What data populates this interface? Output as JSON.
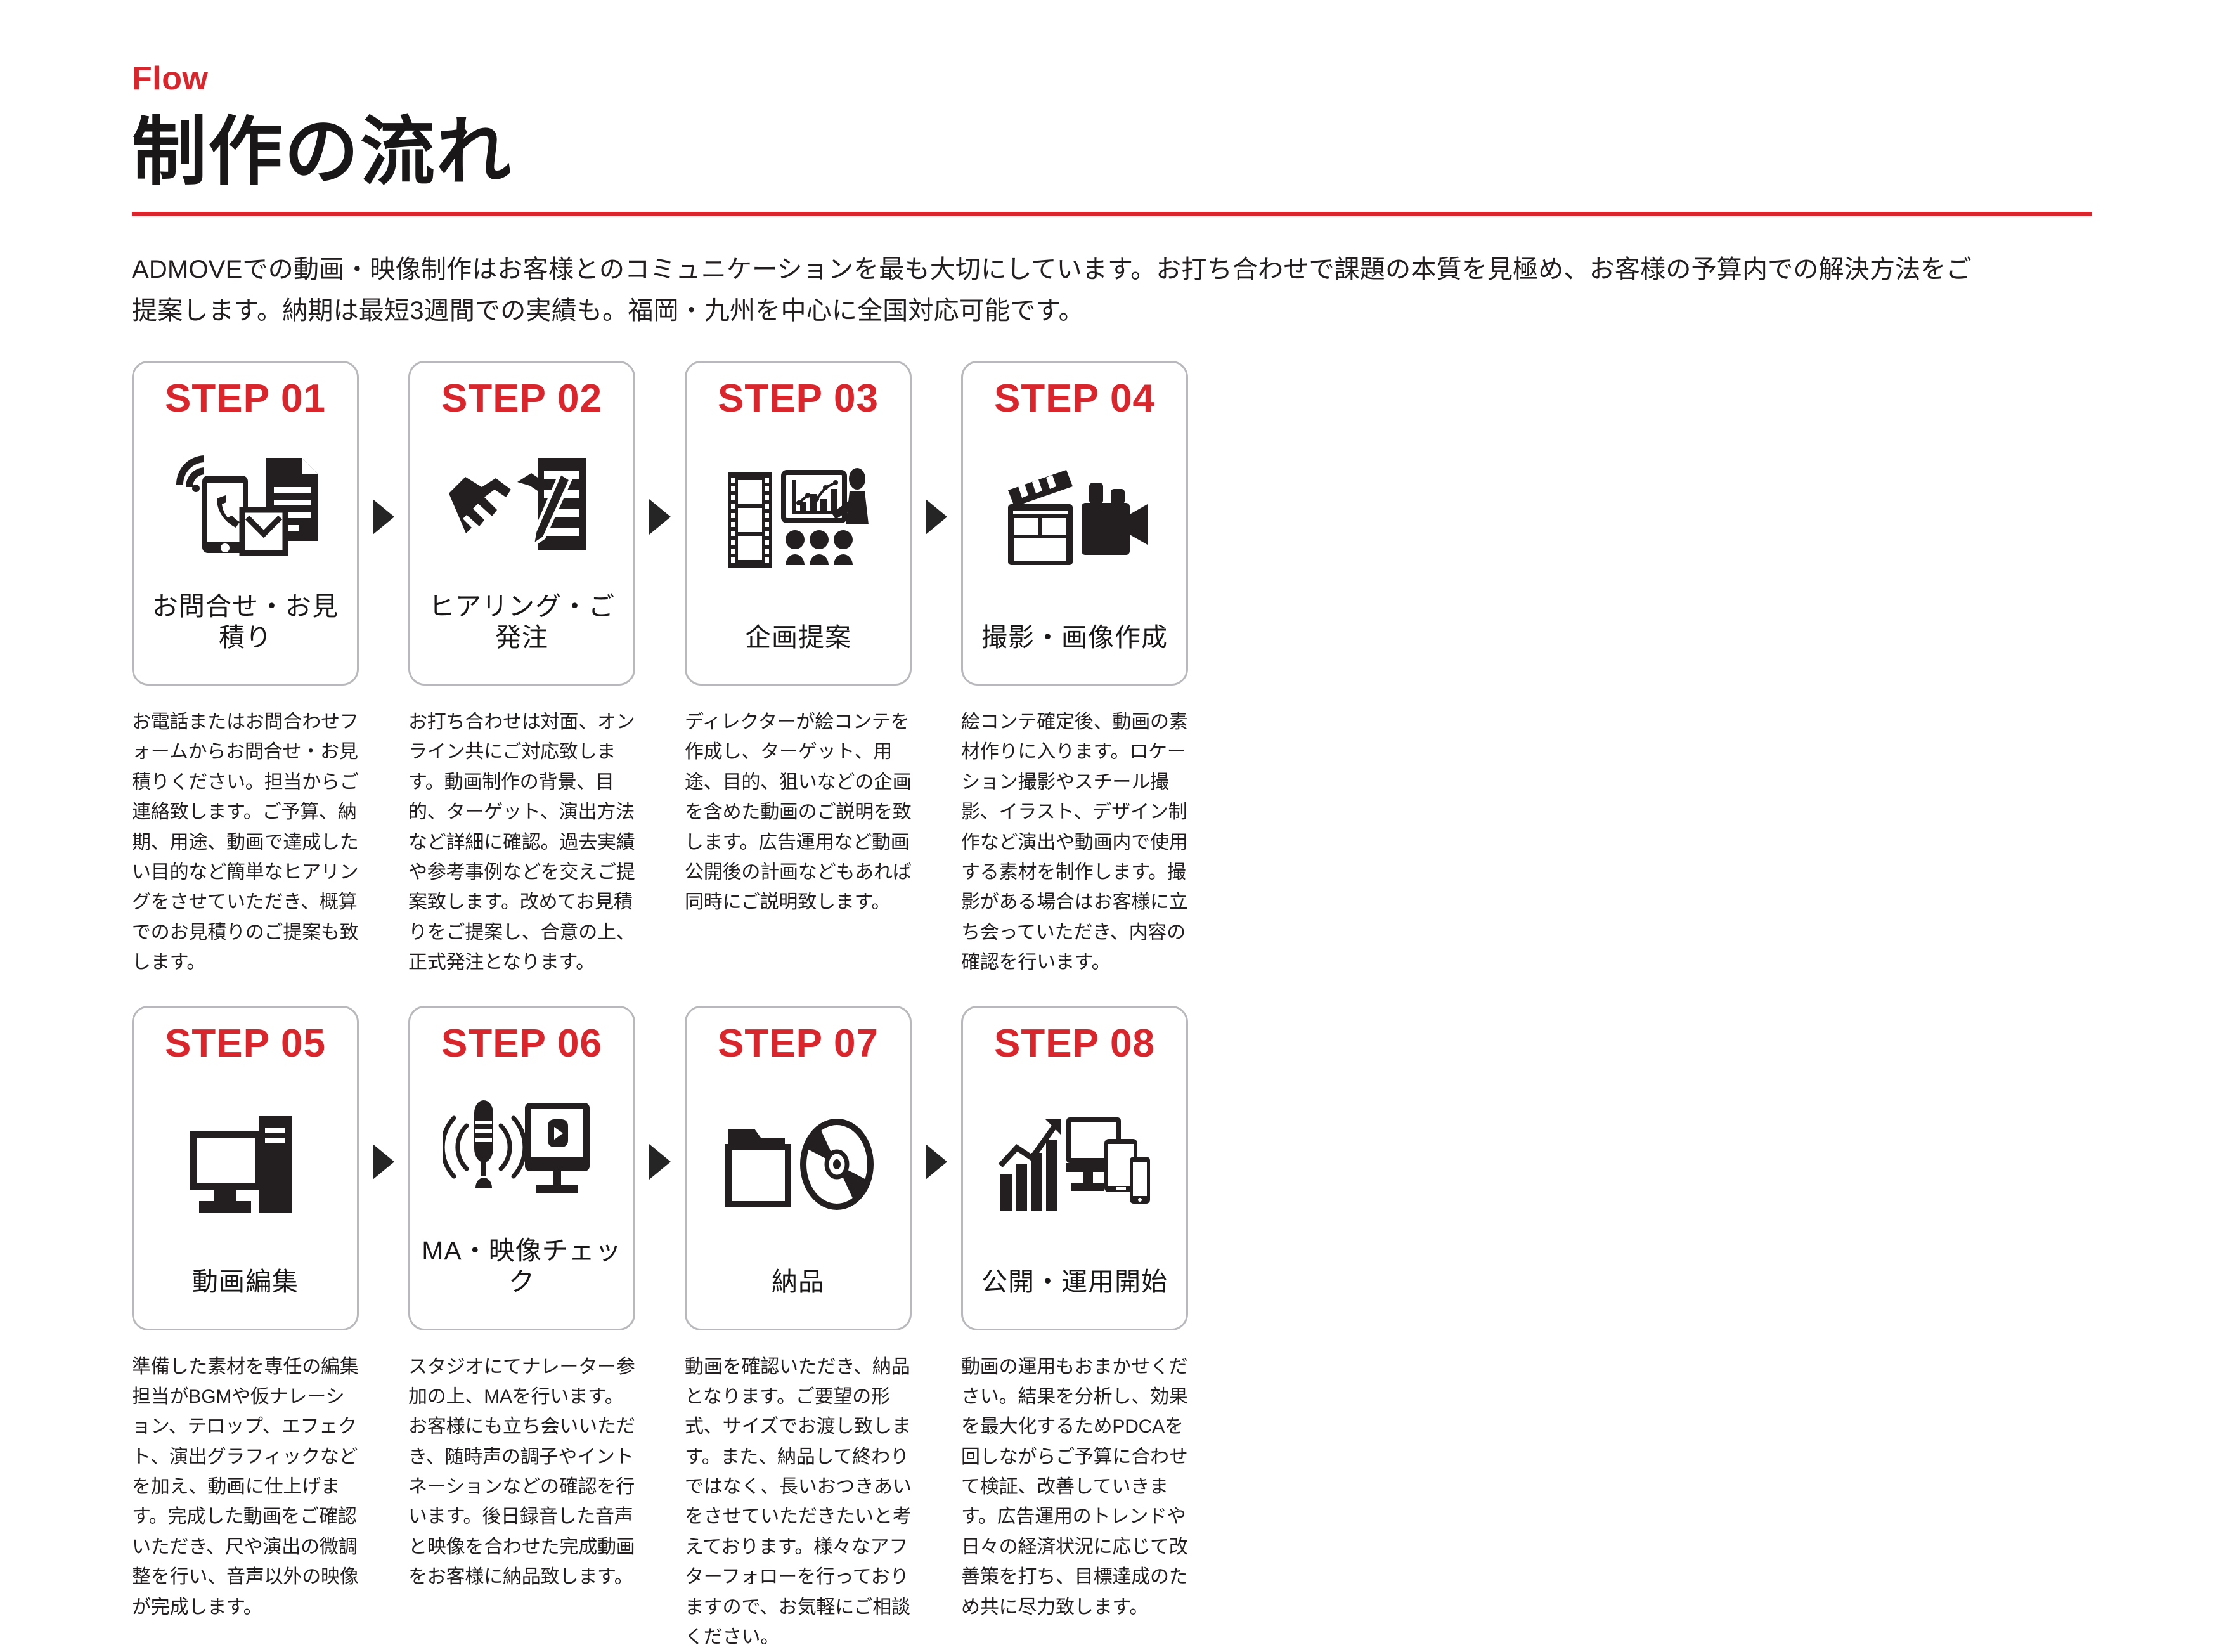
{
  "header": {
    "eyebrow": "Flow",
    "title": "制作の流れ",
    "accent_color": "#d9262c"
  },
  "intro": {
    "line1": "ADMOVEでの動画・映像制作はお客様とのコミュニケーションを最も大切にしています。お打ち合わせで課題の本質を見極め、お客様の予算内での解決方法をご",
    "line2": "提案します。納期は最短3週間での実績も。福岡・九州を中心に全国対応可能です。"
  },
  "steps": [
    {
      "label": "STEP 01",
      "title": "お問合せ・お見積り",
      "icon": "phone-mail-document-icon",
      "desc": "お電話またはお問合わせフォームからお問合せ・お見積りください。担当からご連絡致します。ご予算、納期、用途、動画で達成したい目的など簡単なヒアリングをさせていただき、概算でのお見積りのご提案も致します。"
    },
    {
      "label": "STEP 02",
      "title": "ヒアリング・ご発注",
      "icon": "handshake-contract-icon",
      "desc": "お打ち合わせは対面、オンライン共にご対応致します。動画制作の背景、目的、ターゲット、演出方法など詳細に確認。過去実績や参考事例などを交えご提案致します。改めてお見積りをご提案し、合意の上、正式発注となります。"
    },
    {
      "label": "STEP 03",
      "title": "企画提案",
      "icon": "filmstrip-presentation-icon",
      "desc": "ディレクターが絵コンテを作成し、ターゲット、用途、目的、狙いなどの企画を含めた動画のご説明を致します。広告運用など動画公開後の計画などもあれば同時にご説明致します。"
    },
    {
      "label": "STEP 04",
      "title": "撮影・画像作成",
      "icon": "clapperboard-camera-icon",
      "desc": "絵コンテ確定後、動画の素材作りに入ります。ロケーション撮影やスチール撮影、イラスト、デザイン制作など演出や動画内で使用する素材を制作します。撮影がある場合はお客様に立ち会っていただき、内容の確認を行います。"
    },
    {
      "label": "STEP 05",
      "title": "動画編集",
      "icon": "desktop-computer-icon",
      "desc": "準備した素材を専任の編集担当がBGMや仮ナレーション、テロップ、エフェクト、演出グラフィックなどを加え、動画に仕上げます。完成した動画をご確認いただき、尺や演出の微調整を行い、音声以外の映像が完成します。"
    },
    {
      "label": "STEP 06",
      "title": "MA・映像チェック",
      "icon": "microphone-monitor-play-icon",
      "desc": "スタジオにてナレーター参加の上、MAを行います。お客様にも立ち会いいただき、随時声の調子やイントネーションなどの確認を行います。後日録音した音声と映像を合わせた完成動画をお客様に納品致します。"
    },
    {
      "label": "STEP 07",
      "title": "納品",
      "icon": "folder-disc-icon",
      "desc": "動画を確認いただき、納品となります。ご要望の形式、サイズでお渡し致します。また、納品して終わりではなく、長いおつきあいをさせていただきたいと考えております。様々なアフターフォローを行っておりますので、お気軽にご相談ください。"
    },
    {
      "label": "STEP 08",
      "title": "公開・運用開始",
      "icon": "growth-chart-devices-icon",
      "desc": "動画の運用もおまかせください。結果を分析し、効果を最大化するためPDCAを回しながらご予算に合わせて検証、改善していきます。広告運用のトレンドや日々の経済状況に応じて改善策を打ち、目標達成のため共に尽力致します。"
    }
  ]
}
